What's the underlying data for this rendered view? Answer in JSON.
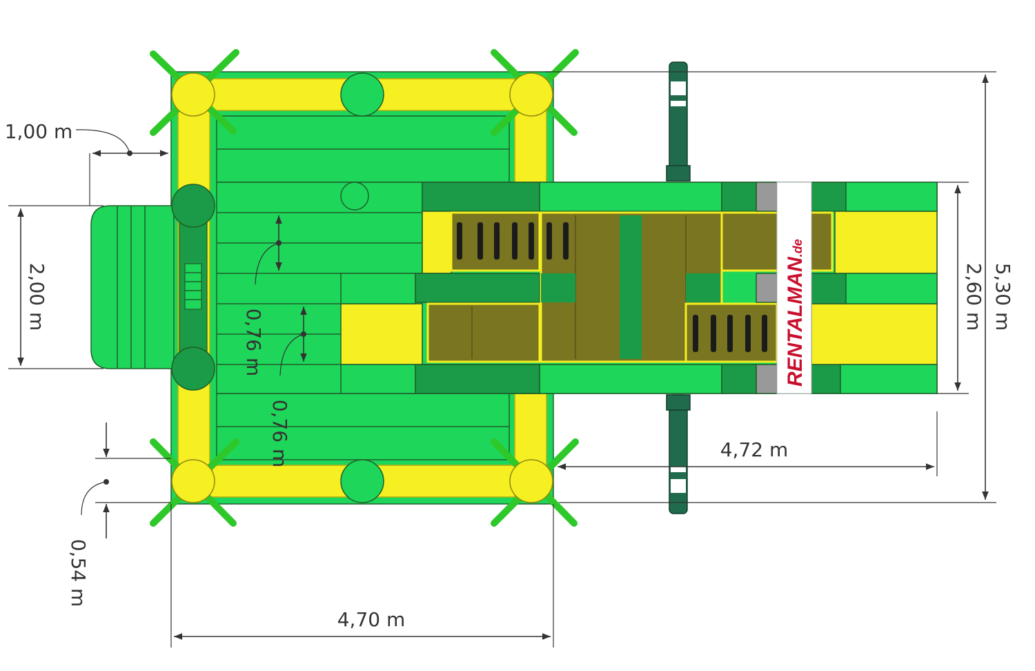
{
  "dimensions": {
    "overall_length": "4,70 m",
    "slide_length": "4,72 m",
    "overall_width": "5,30 m",
    "slide_width": "2,60 m",
    "entry_width": "2,00 m",
    "entry_depth": "1,00 m",
    "step_height_1": "0,76 m",
    "step_height_2": "0,76 m",
    "margin": "0,54 m"
  },
  "brand": {
    "prefix": "RENTAL",
    "suffix": "MAN",
    "tld": ".de"
  },
  "colors": {
    "green": "#1ed65a",
    "dark_green": "#1b9a47",
    "tube_yellow": "#f6ef22",
    "olive": "#7a7520",
    "pole": "#1f6b4c",
    "grey": "#999999",
    "brand_red": "#c8102e"
  }
}
